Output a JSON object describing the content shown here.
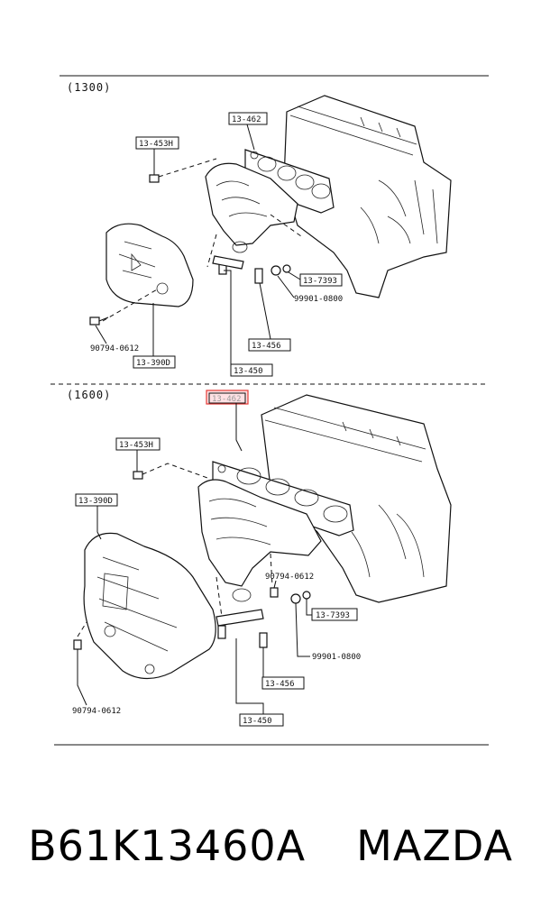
{
  "sections": [
    {
      "title": "(1300)",
      "labels": {
        "gasket": "13-462",
        "stud": "13-453H",
        "insulator": "13-390D",
        "insulator_bolt": "90794-0612",
        "nut": "13-7393",
        "washer": "99901-0800",
        "pipe_stud": "13-456",
        "pipe_gasket": "13-450"
      }
    },
    {
      "title": "(1600)",
      "labels": {
        "gasket": "13-462",
        "stud": "13-453H",
        "insulator": "13-390D",
        "insulator_bolt": "90794-0612",
        "bolt_upper": "90794-0612",
        "nut": "13-7393",
        "washer": "99901-0800",
        "pipe_stud": "13-456",
        "pipe_gasket": "13-450"
      }
    }
  ],
  "highlight": {
    "color": "#e53935",
    "fill": "#ffcdd2"
  },
  "caption": {
    "part_number": "B61K13460A",
    "brand": "MAZDA"
  }
}
